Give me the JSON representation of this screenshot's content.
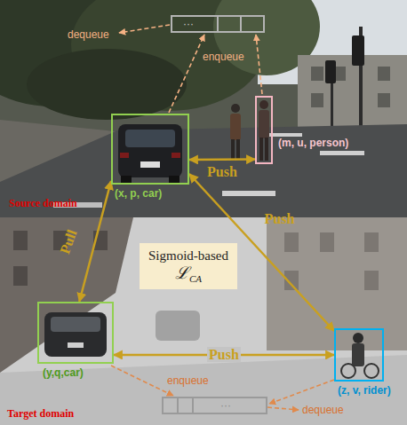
{
  "diagram": {
    "nodes": [
      {
        "text": [
          "(x, p, car)"
        ]
      },
      {
        "text": [
          "(m, u, person)"
        ]
      },
      {
        "text": [
          "Sigmoid-based",
          "ℒ",
          "CA"
        ]
      },
      {
        "text": [
          "(y,q,car)"
        ]
      },
      {
        "text": [
          "(z, v, rider)"
        ]
      }
    ],
    "edges": [
      {
        "from": 0,
        "to": 1,
        "label": "Push",
        "arrow": "both"
      },
      {
        "from": 0,
        "to": 3,
        "label": "Pull",
        "arrow": "both"
      },
      {
        "from": 0,
        "to": 4,
        "label": "Push",
        "arrow": "both"
      },
      {
        "from": 3,
        "to": 4,
        "label": "Push",
        "arrow": "both"
      }
    ],
    "labels": [
      "···",
      "dequeue",
      "enqueue",
      "Source domain",
      "enqueue",
      "···",
      "dequeue",
      "Target domain"
    ]
  }
}
